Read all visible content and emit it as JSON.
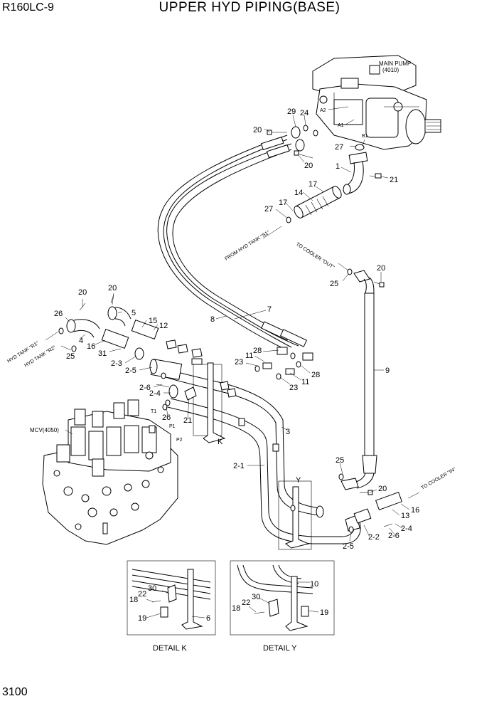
{
  "header": {
    "model": "R160LC-9",
    "title": "UPPER HYD PIPING(BASE)"
  },
  "footer": {
    "page_number": "3100"
  },
  "components": {
    "main_pump": "MAIN PUMP",
    "main_pump_code": "(4010)",
    "mcv": "MCV(4050)",
    "port_a1": "A1",
    "port_a2": "A2",
    "port_b1": "B1",
    "port_t1": "T1",
    "port_p1": "P1",
    "port_p2": "P2"
  },
  "flow_notes": {
    "hyd_tank_s1": "FROM HYD TANK \"S1\"",
    "cooler_out": "TO COOLER \"OUT\"",
    "cooler_in": "TO COOLER \"IN\"",
    "tank_r1": "HYD TANK \"R1\"",
    "tank_r2": "HYD TANK \"R2\""
  },
  "details": {
    "k": "DETAIL K",
    "y": "DETAIL Y",
    "k_marker": "K",
    "y_marker": "Y"
  },
  "callouts": {
    "c20a": "20",
    "c29": "29",
    "c24": "24",
    "c20b": "20",
    "c27a": "27",
    "c1": "1",
    "c21a": "21",
    "c17a": "17",
    "c14": "14",
    "c17b": "17",
    "c27b": "27",
    "c20c": "20",
    "c25a": "25",
    "c9": "9",
    "c7": "7",
    "c8": "8",
    "c20d": "20",
    "c20e": "20",
    "c26a": "26",
    "c5": "5",
    "c15": "15",
    "c12": "12",
    "c4": "4",
    "c25b": "25",
    "c16a": "16",
    "c31": "31",
    "c2_3": "2-3",
    "c2_5a": "2-5",
    "c23a": "23",
    "c11a": "11",
    "c28a": "28",
    "c11b": "11",
    "c23b": "23",
    "c28b": "28",
    "c2_6a": "2-6",
    "c2_4a": "2-4",
    "c26b": "26",
    "c21b": "21",
    "c3": "3",
    "c2_1": "2-1",
    "c25c": "25",
    "c20f": "20",
    "c13": "13",
    "c16b": "16",
    "c2_4b": "2-4",
    "c2_6b": "2-6",
    "c2_2": "2-2",
    "c2_5b": "2-5",
    "k30": "30",
    "k22": "22",
    "k18": "18",
    "k19": "19",
    "k6": "6",
    "y10": "10",
    "y30": "30",
    "y22": "22",
    "y18": "18",
    "y19": "19"
  }
}
